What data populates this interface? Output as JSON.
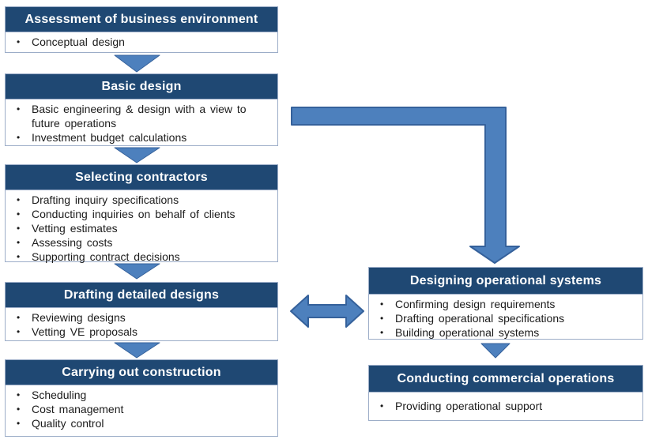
{
  "colors": {
    "header_bg": "#1f4873",
    "header_text": "#ffffff",
    "box_border": "#9cadc8",
    "arrow_fill": "#4d80bd",
    "arrow_border": "#35619b",
    "body_text": "#1b1b1b",
    "background": "#ffffff"
  },
  "bullet_char": "•",
  "flow": {
    "left_column": [
      {
        "title": "Assessment of business environment",
        "bullets": [
          "Conceptual design"
        ]
      },
      {
        "title": "Basic design",
        "bullets": [
          "Basic engineering & design with a view to future operations",
          "Investment budget calculations"
        ]
      },
      {
        "title": "Selecting contractors",
        "bullets": [
          "Drafting inquiry specifications",
          "Conducting inquiries on behalf of clients",
          "Vetting estimates",
          "Assessing costs",
          "Supporting contract decisions"
        ]
      },
      {
        "title": "Drafting detailed designs",
        "bullets": [
          "Reviewing designs",
          "Vetting VE proposals"
        ]
      },
      {
        "title": "Carrying out construction",
        "bullets": [
          "Scheduling",
          "Cost management",
          "Quality control"
        ]
      }
    ],
    "right_column": [
      {
        "title": "Designing operational systems",
        "bullets": [
          "Confirming design requirements",
          "Drafting operational specifications",
          "Building operational systems"
        ]
      },
      {
        "title": "Conducting commercial operations",
        "bullets": [
          "Providing operational support"
        ]
      }
    ],
    "arrows": [
      "assessment-to-basic-down-arrow",
      "basic-to-selecting-down-arrow",
      "selecting-to-drafting-down-arrow",
      "drafting-to-construction-down-arrow",
      "basic-to-designing-elbow-arrow",
      "drafting-designing-double-arrow",
      "designing-to-commercial-down-arrow"
    ]
  }
}
